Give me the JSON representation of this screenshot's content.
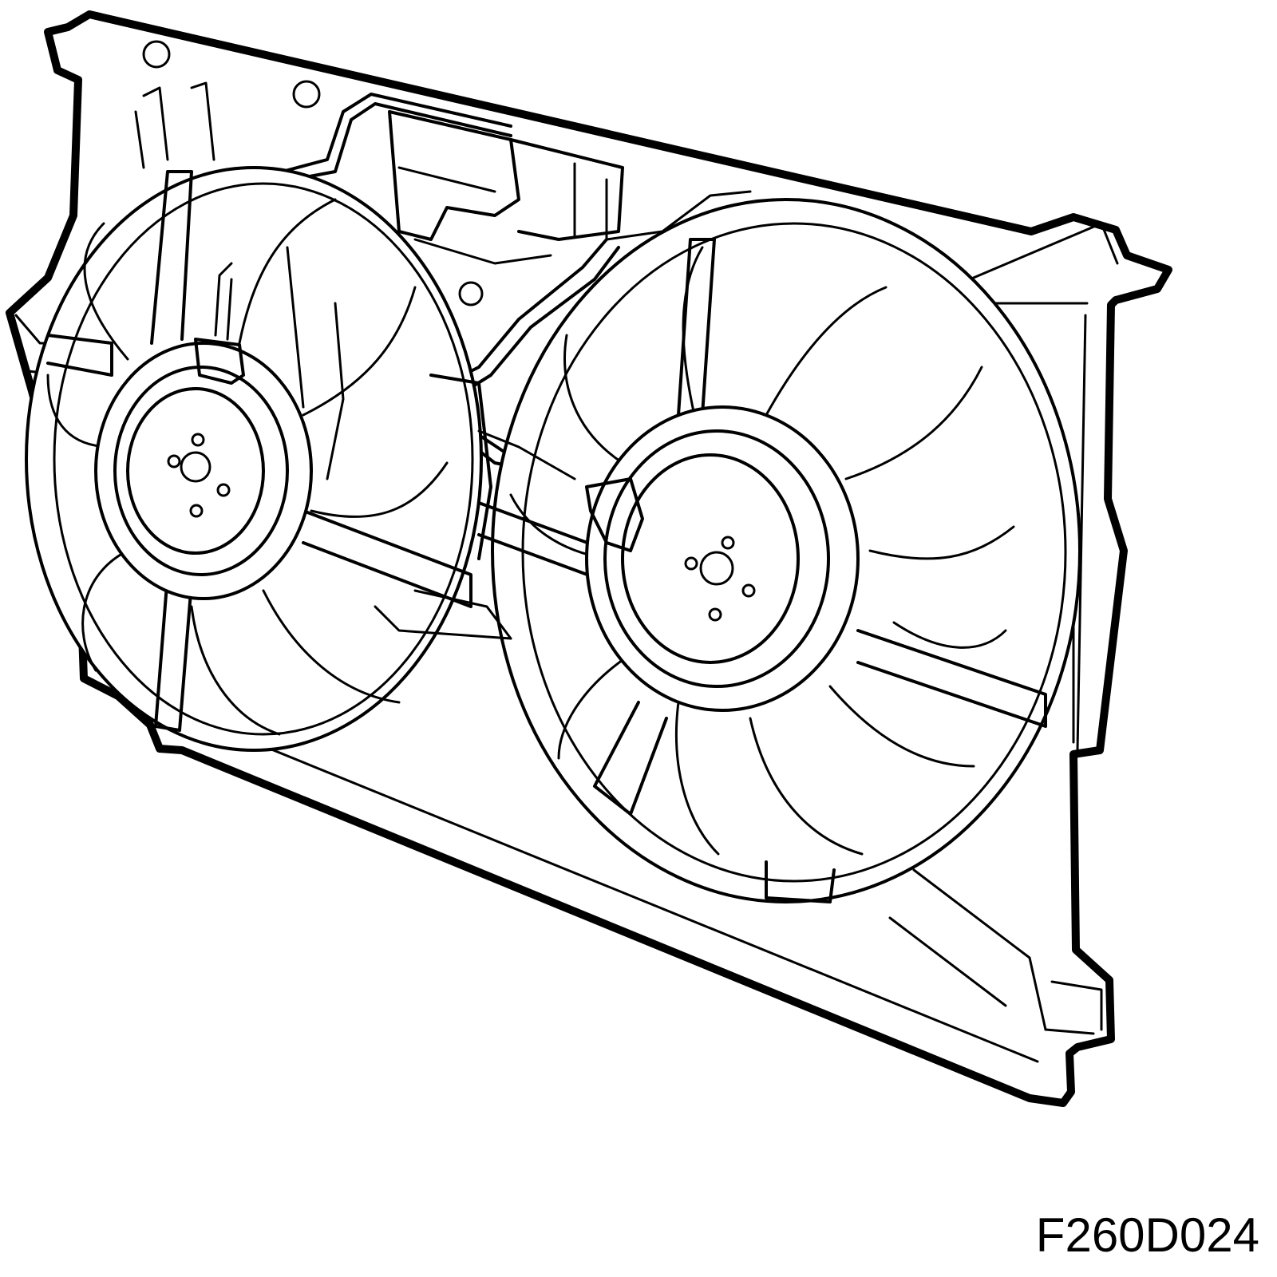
{
  "figure": {
    "id_label": "F260D024"
  },
  "subject": {
    "fans": [
      {
        "name": "left-fan",
        "mounting_holes": 4
      },
      {
        "name": "right-fan",
        "mounting_holes": 4
      }
    ],
    "ink_color": "#000000",
    "background_color": "#ffffff"
  }
}
